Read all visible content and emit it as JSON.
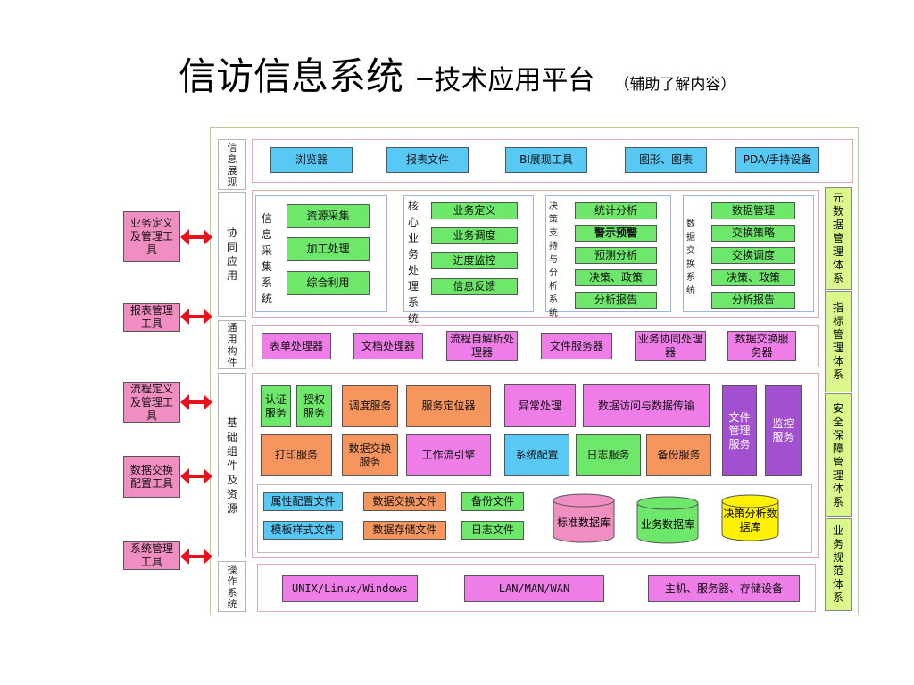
{
  "title": {
    "main": "信访信息系统 –",
    "sub": "技术应用平台",
    "note": "（辅助了解内容）"
  },
  "left_tools": [
    "业务定义及管理工具",
    "报表管理工具",
    "流程定义及管理工具",
    "数据交换配置工具",
    "系统管理工具"
  ],
  "right_systems": [
    "元数据管理体系",
    "指标管理体系",
    "安全保障管理体系",
    "业务规范体系"
  ],
  "layers": {
    "presentation": {
      "label": "信息展现",
      "items": [
        "浏览器",
        "报表文件",
        "BI展现工具",
        "图形、图表",
        "PDA/手持设备"
      ]
    },
    "collaboration": {
      "label": "协同应用",
      "info_collect": {
        "label": "信息采集系统",
        "items": [
          "资源采集",
          "加工处理",
          "综合利用"
        ]
      },
      "core_business": {
        "label": "核心业务处理系统",
        "items": [
          "业务定义",
          "业务调度",
          "进度监控",
          "信息反馈"
        ]
      },
      "decision_support": {
        "label": "决策支持与分析系统",
        "items": [
          "统计分析",
          "警示预警",
          "预测分析",
          "决策、政策",
          "分析报告"
        ]
      },
      "data_exchange": {
        "label": "数据交换系统",
        "items": [
          "数据管理",
          "交换策略",
          "交换调度",
          "决策、政策",
          "分析报告"
        ]
      }
    },
    "common": {
      "label": "通用构件",
      "items": [
        "表单处理器",
        "文档处理器",
        "流程自解析处理器",
        "文件服务器",
        "业务协同处理器",
        "数据交换服务器"
      ]
    },
    "foundation": {
      "label": "基础组件及资源",
      "row1": [
        "认证服务",
        "授权服务",
        "调度服务",
        "服务定位器",
        "异常处理",
        "数据访问与数据传输",
        "文件管理服务",
        "监控服务"
      ],
      "row2": [
        "打印服务",
        "数据交换服务",
        "工作流引擎",
        "系统配置",
        "日志服务",
        "备份服务"
      ],
      "files": [
        "属性配置文件",
        "数据交换文件",
        "备份文件",
        "模板样式文件",
        "数据存储文件",
        "日志文件"
      ],
      "databases": [
        {
          "label": "标准数据库",
          "color": "#f08ec2"
        },
        {
          "label": "业务数据库",
          "color": "#6ee86b"
        },
        {
          "label": "决策分析数据库",
          "color": "#fff200"
        }
      ]
    },
    "os": {
      "label": "操作系统",
      "items": [
        "UNIX/Linux/Windows",
        "LAN/MAN/WAN",
        "主机、服务器、存储设备"
      ]
    }
  },
  "colors": {
    "arrow": "#e8121e",
    "side_panel": "#d9f78a",
    "tool_box": "#f08ec2"
  }
}
